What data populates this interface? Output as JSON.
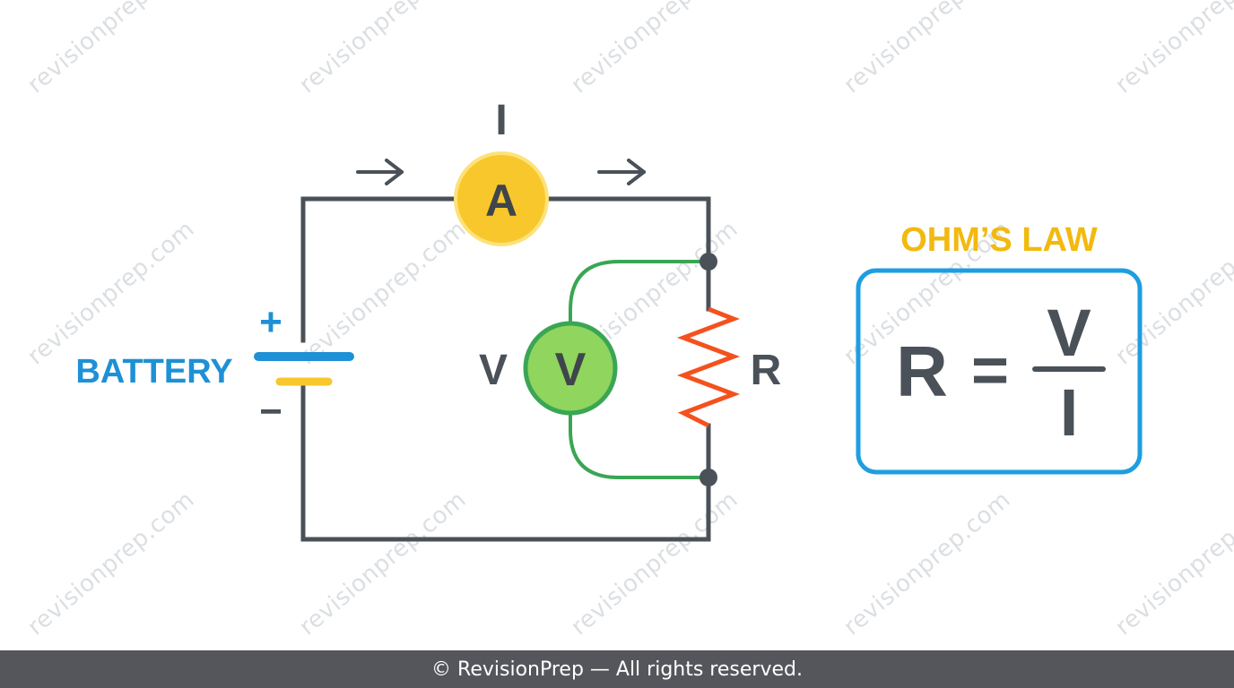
{
  "watermark": "revisionprep.com",
  "circuit": {
    "current_label": "I",
    "ammeter_label": "A",
    "voltmeter_label": "V",
    "voltage_label": "V",
    "resistor_label": "R",
    "battery_label": "BATTERY",
    "plus_sign": "+",
    "minus_sign": "−"
  },
  "formula": {
    "title": "OHM’S LAW",
    "lhs": "R",
    "equals": "=",
    "numerator": "V",
    "denominator": "I"
  },
  "footer": {
    "text": "© RevisionPrep — All rights reserved."
  },
  "colors": {
    "wire": "#4a5158",
    "ammeter": "#f7c72c",
    "voltmeter": "#8fd55e",
    "voltmeter_wire": "#3aa654",
    "resistor": "#f4511e",
    "battery_label": "#1e90d6",
    "formula_title": "#f2b90f",
    "formula_box": "#1e9ee0",
    "footer_bg": "#54565b"
  },
  "icons": [
    "arrow-right-icon",
    "arrow-right-icon"
  ]
}
